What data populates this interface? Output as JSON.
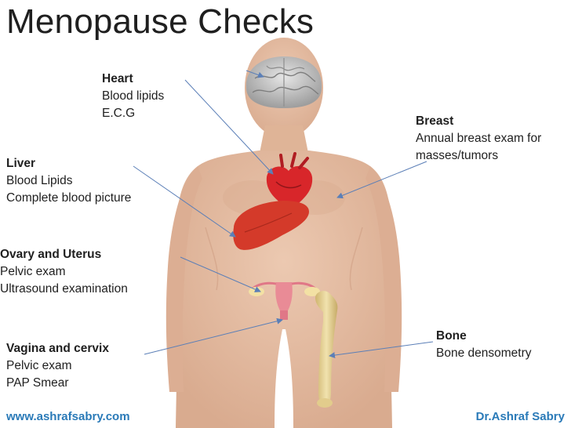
{
  "title": "Menopause Checks",
  "labels": {
    "heart": {
      "heading": "Heart",
      "lines": [
        "Blood lipids",
        "E.C.G"
      ]
    },
    "breast": {
      "heading": "Breast",
      "lines": [
        "Annual breast exam for",
        "masses/tumors"
      ]
    },
    "liver": {
      "heading": "Liver",
      "lines": [
        "Blood Lipids",
        "Complete blood picture"
      ]
    },
    "ovary": {
      "heading": "Ovary and Uterus",
      "lines": [
        "Pelvic exam",
        "Ultrasound examination"
      ]
    },
    "vagina": {
      "heading": "Vagina and cervix",
      "lines": [
        "Pelvic exam",
        "PAP Smear"
      ]
    },
    "bone": {
      "heading": "Bone",
      "lines": [
        "Bone densometry"
      ]
    }
  },
  "footer": {
    "website": "www.ashrafsabry.com",
    "author": "Dr.Ashraf Sabry"
  },
  "colors": {
    "skin": "#e6c0a6",
    "skin_shadow": "#d7a98c",
    "heart": "#d8262a",
    "liver": "#d43a2a",
    "uterus": "#e98b96",
    "bone": "#ead79b",
    "brain": "#bfbfbf",
    "arrow": "#5b7fb7",
    "footer": "#2a7ab8"
  }
}
